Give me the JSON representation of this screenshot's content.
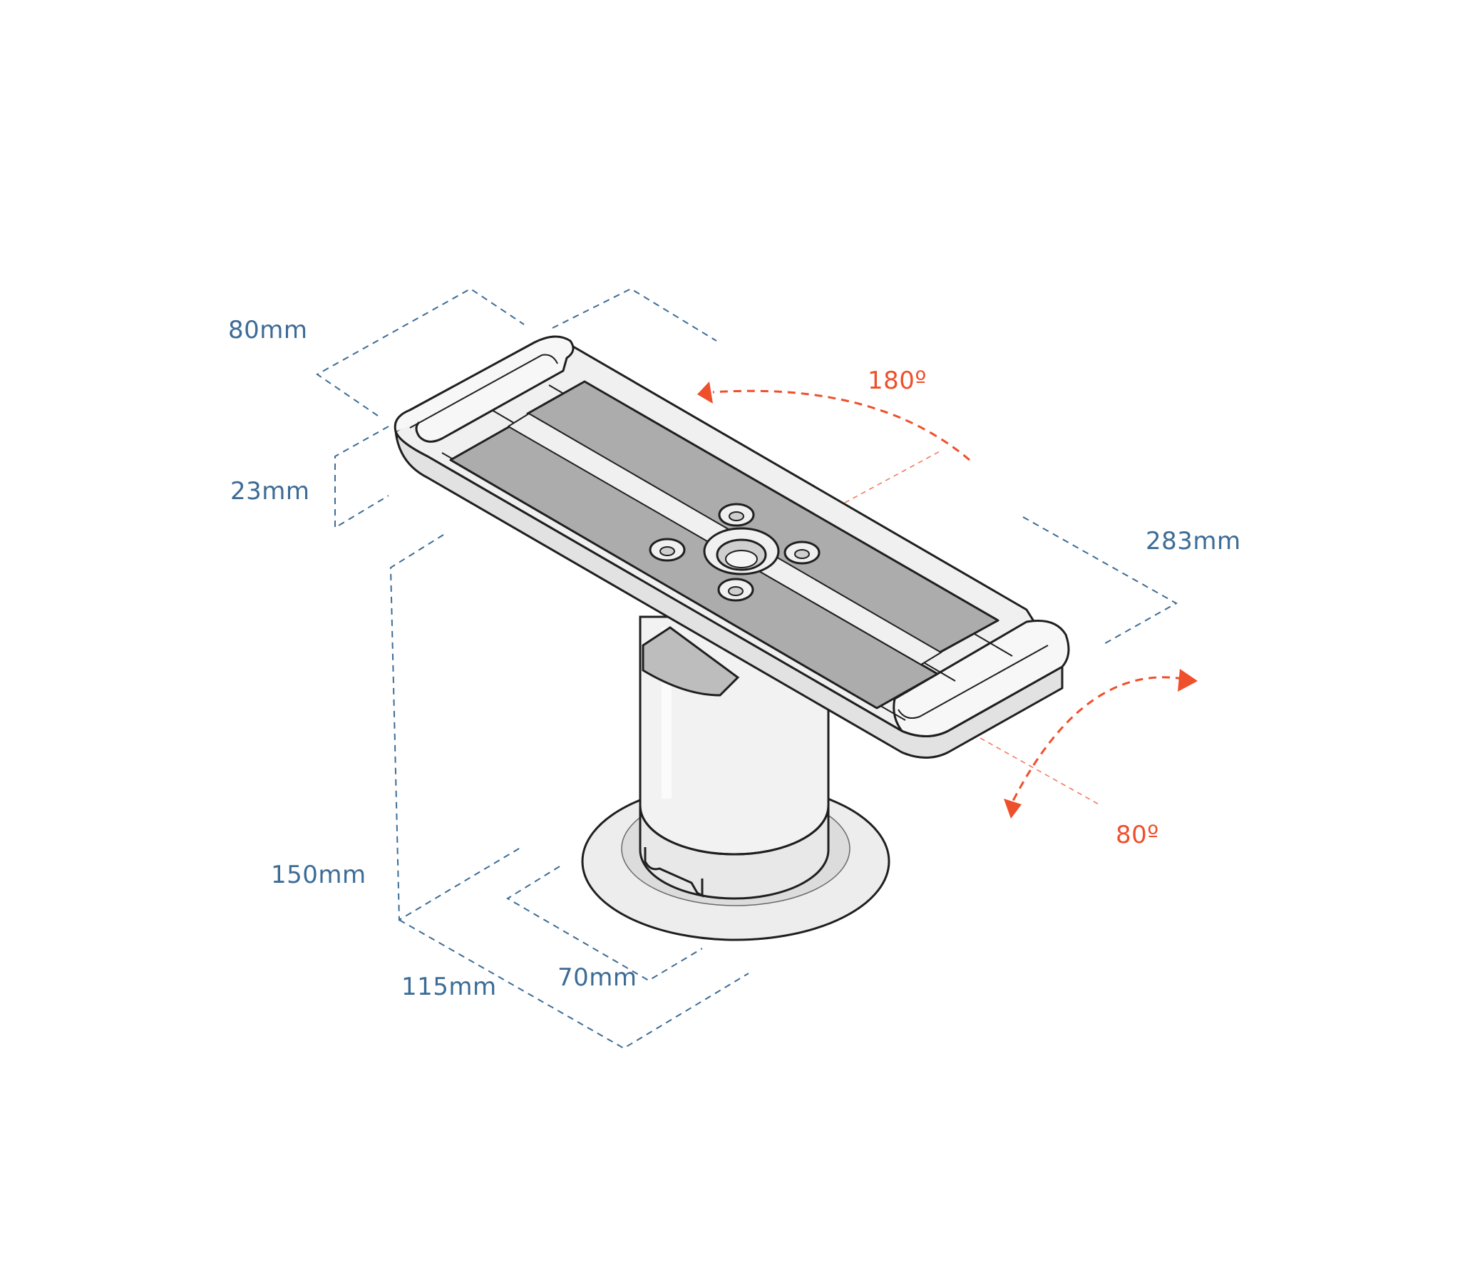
{
  "colors": {
    "dimension": "#3c6c96",
    "rotation": "#ef4f2b",
    "outline": "#1f1f1f",
    "body_fill": "#ededed",
    "pad_fill": "#acacac",
    "shadow_fill": "#cfcfcf"
  },
  "dimensions": {
    "width": "80mm",
    "depth": "23mm",
    "length": "283mm",
    "height": "150mm",
    "base_diameter": "115mm",
    "column_diameter": "70mm"
  },
  "rotations": {
    "swivel": "180º",
    "tilt": "80º"
  }
}
